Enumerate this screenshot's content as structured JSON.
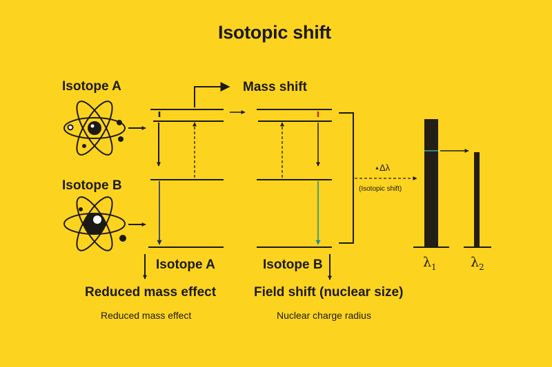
{
  "title": "Isotopic shift",
  "isotope_a_label": "Isotope A",
  "isotope_b_label": "Isotope B",
  "mass_shift_label": "Mass shift",
  "delta_label": "Δλ",
  "isotopic_shift_label": "(Isotopic shift)",
  "level_a_label": "Isotope A",
  "level_b_label": "Isotope B",
  "reduced_mass_heading": "Reduced mass effect",
  "reduced_mass_caption": "Reduced mass effect",
  "field_shift_heading": "Field shift (nuclear size)",
  "field_shift_caption": "Nuclear charge radius",
  "lambda_1": "λ",
  "lambda_1_sub": "1",
  "lambda_2": "λ",
  "lambda_2_sub": "2",
  "colors": {
    "background": "#FCD31F",
    "ink": "#1c1a14",
    "navy_arrow": "#1b2d5a",
    "teal_arrow": "#1f8f9a",
    "red_mark": "#b0352a",
    "bar": "#231f16"
  }
}
